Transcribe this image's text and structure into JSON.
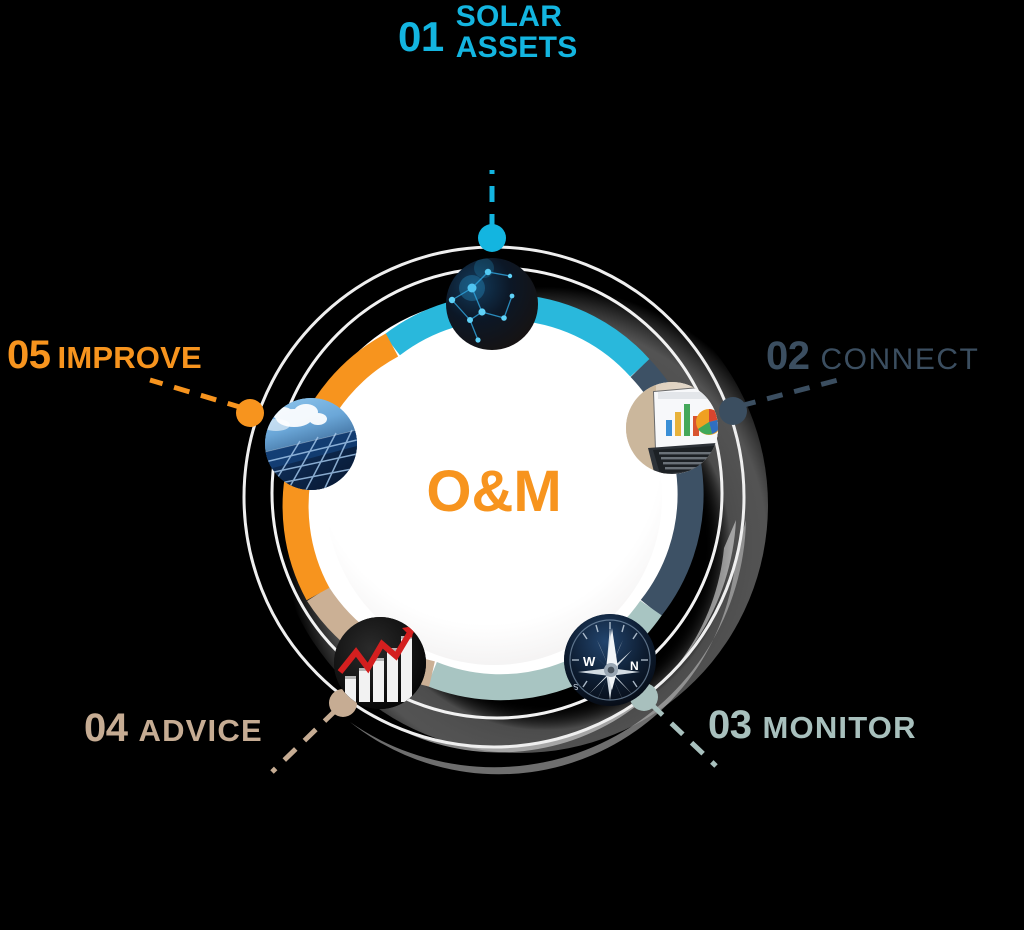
{
  "title": "O&M Lifecycle Cycle Diagram",
  "center": {
    "label": "O&M",
    "color": "#f7941e"
  },
  "background_color": "#000000",
  "ring": {
    "outer_guide_rings": 2,
    "outer_guide_color": "#e8e8e8",
    "track_color": "#ffffff"
  },
  "steps": [
    {
      "number": "01",
      "label": "SOLAR\nASSETS",
      "color": "#13b5e0",
      "icon": "solar-network-node-icon",
      "icon_description": "dark sphere with glowing blue network nodes",
      "segment_color": "#29b8dc",
      "connector": "dashed-vertical"
    },
    {
      "number": "02",
      "label": "CONNECT",
      "color": "#3b4e60",
      "icon": "laptop-dashboard-icon",
      "icon_description": "laptop showing bar chart and pie chart dashboard",
      "segment_color": "#3d5165",
      "connector": "dashed-diagonal"
    },
    {
      "number": "03",
      "label": "MONITOR",
      "color": "#a8c0bd",
      "icon": "compass-icon",
      "icon_description": "navigation compass with N and W markings",
      "segment_color": "#a8c5c2",
      "connector": "dashed-diagonal"
    },
    {
      "number": "04",
      "label": "ADVICE",
      "color": "#c6ac93",
      "icon": "growth-bar-chart-icon",
      "icon_description": "white bar chart with ascending red trend line on black",
      "segment_color": "#cbb095",
      "connector": "dashed-diagonal"
    },
    {
      "number": "05",
      "label": "IMPROVE",
      "color": "#f7941e",
      "icon": "solar-panel-icon",
      "icon_description": "photovoltaic solar panels under a blue cloudy sky",
      "segment_color": "#f7941e",
      "connector": "dashed-diagonal"
    }
  ],
  "chart_data": {
    "type": "pie",
    "title": "O&M",
    "categories": [
      "01 SOLAR ASSETS",
      "02 CONNECT",
      "03 MONITOR",
      "04 ADVICE",
      "05 IMPROVE"
    ],
    "values": [
      20,
      20,
      20,
      20,
      20
    ],
    "colors": [
      "#29b8dc",
      "#3d5165",
      "#a8c5c2",
      "#cbb095",
      "#f7941e"
    ],
    "legend": "around-ring",
    "donut": true
  }
}
